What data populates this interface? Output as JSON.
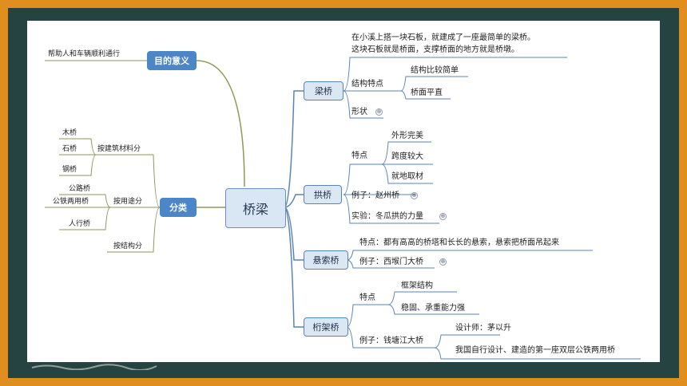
{
  "central": "桥梁",
  "purpose": {
    "label": "目的意义",
    "text": "帮助人和车辆顺利通行"
  },
  "classify": {
    "label": "分类",
    "by_material": {
      "label": "按建筑材料分",
      "items": [
        "木桥",
        "石桥",
        "钢桥"
      ]
    },
    "by_use": {
      "label": "按用途分",
      "items": [
        "公路桥",
        "公铁两用桥",
        "人行桥"
      ]
    },
    "by_structure": {
      "label": "按结构分"
    }
  },
  "beam": {
    "label": "梁桥",
    "desc_line1": "在小溪上搭一块石板，就建成了一座最简单的梁桥。",
    "desc_line2": "这块石板就是桥面，支撑桥面的地方就是桥墩。",
    "feature_label": "结构特点",
    "features": [
      "结构比较简单",
      "桥面平直"
    ],
    "shape": "形状"
  },
  "arch": {
    "label": "拱桥",
    "feature_label": "特点",
    "features": [
      "外形完美",
      "跨度较大",
      "就地取材"
    ],
    "example": "例子：赵州桥",
    "experiment": "实验：冬瓜拱的力量"
  },
  "suspension": {
    "label": "悬索桥",
    "feature": "特点：都有高高的桥塔和长长的悬索，悬索把桥面吊起来",
    "example": "例子：西堠门大桥"
  },
  "truss": {
    "label": "桁架桥",
    "feature_label": "特点",
    "features": [
      "框架结构",
      "稳固、承重能力强"
    ],
    "example": "例子：钱塘江大桥",
    "designer": "设计师：茅以升",
    "note": "我国自行设计、建造的第一座双层公铁两用桥"
  },
  "icons": {
    "collapsed": "⊕"
  },
  "colors": {
    "outer": "#e08e1e",
    "frame": "#254441",
    "branch_right": "#5a84b8",
    "branch_top": "#8c9a52",
    "branch_left": "#8a9a5a",
    "node_blue": "#4d86c6"
  }
}
